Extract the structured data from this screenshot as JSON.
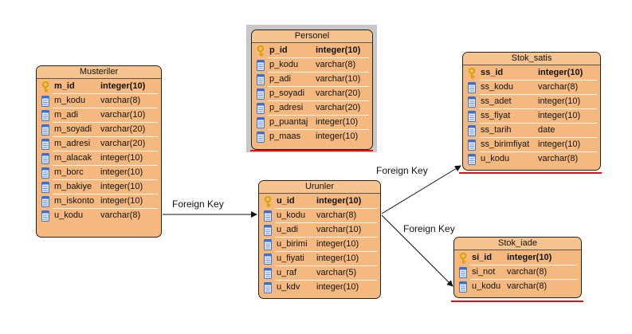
{
  "entities": {
    "musteriler": {
      "title": "Musteriler",
      "columns": [
        {
          "name": "m_id",
          "type": "integer(10)",
          "pk": true
        },
        {
          "name": "m_kodu",
          "type": "varchar(8)"
        },
        {
          "name": "m_adi",
          "type": "varchar(10)"
        },
        {
          "name": "m_soyadi",
          "type": "varchar(20)"
        },
        {
          "name": "m_adresi",
          "type": "varchar(20)"
        },
        {
          "name": "m_alacak",
          "type": "integer(10)"
        },
        {
          "name": "m_borc",
          "type": "integer(10)"
        },
        {
          "name": "m_bakiye",
          "type": "integer(10)"
        },
        {
          "name": "m_iskonto",
          "type": "integer(10)"
        },
        {
          "name": "u_kodu",
          "type": "varchar(8)"
        }
      ]
    },
    "personel": {
      "title": "Personel",
      "columns": [
        {
          "name": "p_id",
          "type": "integer(10)",
          "pk": true
        },
        {
          "name": "p_kodu",
          "type": "varchar(8)"
        },
        {
          "name": "p_adi",
          "type": "varchar(10)"
        },
        {
          "name": "p_soyadi",
          "type": "varchar(20)"
        },
        {
          "name": "p_adresi",
          "type": "varchar(20)"
        },
        {
          "name": "p_puantaj",
          "type": "integer(10)"
        },
        {
          "name": "p_maas",
          "type": "integer(10)"
        }
      ]
    },
    "urunler": {
      "title": "Urunler",
      "columns": [
        {
          "name": "u_id",
          "type": "integer(10)",
          "pk": true
        },
        {
          "name": "u_kodu",
          "type": "varchar(8)"
        },
        {
          "name": "u_adi",
          "type": "varchar(10)"
        },
        {
          "name": "u_birimi",
          "type": "integer(10)"
        },
        {
          "name": "u_fiyati",
          "type": "integer(10)"
        },
        {
          "name": "u_raf",
          "type": "varchar(5)"
        },
        {
          "name": "u_kdv",
          "type": "integer(10)"
        }
      ]
    },
    "stok_satis": {
      "title": "Stok_satis",
      "columns": [
        {
          "name": "ss_id",
          "type": "integer(10)",
          "pk": true
        },
        {
          "name": "ss_kodu",
          "type": "varchar(8)"
        },
        {
          "name": "ss_adet",
          "type": "integer(10)"
        },
        {
          "name": "ss_fiyat",
          "type": "integer(10)"
        },
        {
          "name": "ss_tarih",
          "type": "date"
        },
        {
          "name": "ss_birimfiyat",
          "type": "integer(10)"
        },
        {
          "name": "u_kodu",
          "type": "varchar(8)"
        }
      ]
    },
    "stok_iade": {
      "title": "Stok_iade",
      "columns": [
        {
          "name": "si_id",
          "type": "integer(10)",
          "pk": true
        },
        {
          "name": "si_not",
          "type": "varchar(8)"
        },
        {
          "name": "u_kodu",
          "type": "varchar(8)"
        }
      ]
    }
  },
  "relations": [
    {
      "from": "Musteriler",
      "to": "Urunler",
      "label": "Foreign Key"
    },
    {
      "from": "Urunler",
      "to": "Stok_satis",
      "label": "Foreign Key"
    },
    {
      "from": "Urunler",
      "to": "Stok_iade",
      "label": "Foreign Key"
    }
  ],
  "colors": {
    "entity_fill": "#f5b97f",
    "entity_border": "#222222",
    "highlight_line": "#e01010",
    "selection_bg": "#c8c8c8",
    "key_icon": "#d9a400",
    "column_icon": "#3a6fd0"
  }
}
